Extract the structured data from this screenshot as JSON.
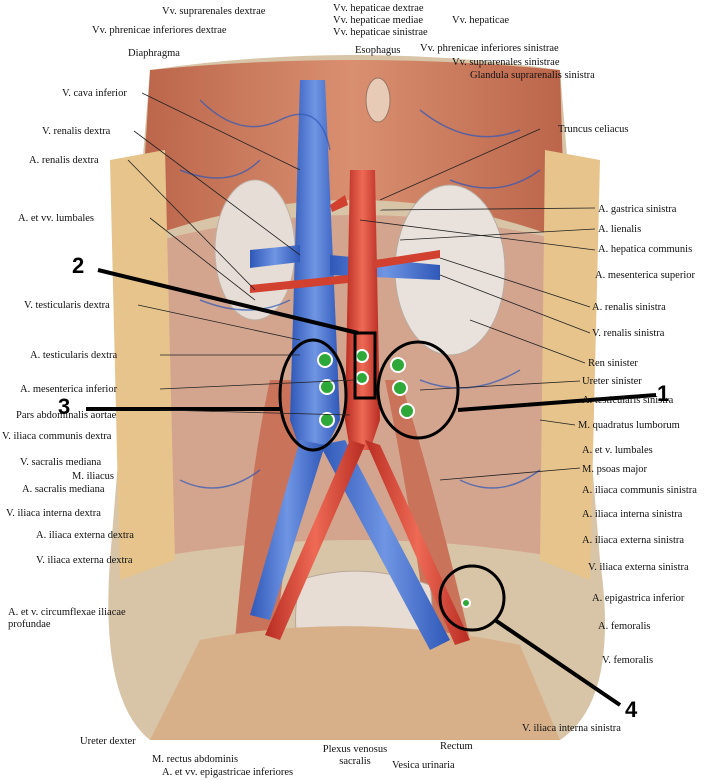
{
  "labels": {
    "top": [
      {
        "key": "vv_suprarenales_dextrae",
        "text": "Vv. suprarenales dextrae"
      },
      {
        "key": "vv_phrenicae_inf_dextrae",
        "text": "Vv. phrenicae inferiores dextrae"
      },
      {
        "key": "vv_hepaticae_dextrae",
        "text": "Vv. hepaticae dextrae"
      },
      {
        "key": "vv_hepaticae_mediae",
        "text": "Vv. hepaticae mediae"
      },
      {
        "key": "vv_hepaticae_sinistrae",
        "text": "Vv. hepaticae sinistrae"
      },
      {
        "key": "vv_hepaticae",
        "text": "Vv. hepaticae"
      },
      {
        "key": "esophagus",
        "text": "Esophagus"
      },
      {
        "key": "vv_phrenicae_inf_sin",
        "text": "Vv. phrenicae inferiores sinistrae"
      },
      {
        "key": "vv_suprarenales_sin",
        "text": "Vv. suprarenales sinistrae"
      },
      {
        "key": "glandula_suprarenalis",
        "text": "Glandula suprarenalis sinistra"
      },
      {
        "key": "diaphragma",
        "text": "Diaphragma"
      }
    ],
    "left": [
      {
        "key": "v_cava_inferior",
        "text": "V. cava inferior"
      },
      {
        "key": "v_renalis_dextra",
        "text": "V. renalis dextra"
      },
      {
        "key": "a_renalis_dextra",
        "text": "A. renalis dextra"
      },
      {
        "key": "a_et_vv_lumbales",
        "text": "A. et vv. lumbales"
      },
      {
        "key": "v_testicularis_dextra",
        "text": "V. testicularis dextra"
      },
      {
        "key": "a_testicularis_dextra",
        "text": "A. testicularis dextra"
      },
      {
        "key": "a_mesenterica_inferior",
        "text": "A. mesenterica inferior"
      },
      {
        "key": "pars_abdominalis_aortae",
        "text": "Pars abdominalis aortae"
      },
      {
        "key": "v_iliaca_communis_dextra",
        "text": "V. iliaca communis dextra"
      },
      {
        "key": "v_sacralis_mediana",
        "text": "V. sacralis mediana"
      },
      {
        "key": "m_iliacus",
        "text": "M. iliacus"
      },
      {
        "key": "a_sacralis_mediana",
        "text": "A. sacralis mediana"
      },
      {
        "key": "v_iliaca_interna_dextra",
        "text": "V. iliaca interna dextra"
      },
      {
        "key": "a_iliaca_externa_dextra",
        "text": "A. iliaca externa dextra"
      },
      {
        "key": "v_iliaca_externa_dextra",
        "text": "V. iliaca externa dextra"
      },
      {
        "key": "a_et_v_circumflexae",
        "text": "A. et v. circumflexae iliacae profundae"
      }
    ],
    "right": [
      {
        "key": "truncus_celiacus",
        "text": "Truncus celiacus"
      },
      {
        "key": "a_gastrica_sinistra",
        "text": "A. gastrica sinistra"
      },
      {
        "key": "a_lienalis",
        "text": "A. lienalis"
      },
      {
        "key": "a_hepatica_communis",
        "text": "A. hepatica communis"
      },
      {
        "key": "a_mesenterica_superior",
        "text": "A. mesenterica superior"
      },
      {
        "key": "a_renalis_sinistra",
        "text": "A. renalis sinistra"
      },
      {
        "key": "v_renalis_sinistra",
        "text": "V. renalis sinistra"
      },
      {
        "key": "ren_sinister",
        "text": "Ren sinister"
      },
      {
        "key": "ureter_sinister",
        "text": "Ureter sinister"
      },
      {
        "key": "a_testicularis_sinistra",
        "text": "A. testicularis sinistra"
      },
      {
        "key": "m_quadratus_lumborum",
        "text": "M. quadratus lumborum"
      },
      {
        "key": "a_et_v_lumbales",
        "text": "A. et v. lumbales"
      },
      {
        "key": "m_psoas_major",
        "text": "M. psoas major"
      },
      {
        "key": "a_iliaca_communis_sinistra",
        "text": "A. iliaca communis sinistra"
      },
      {
        "key": "a_iliaca_interna_sinistra",
        "text": "A. iliaca interna sinistra"
      },
      {
        "key": "a_iliaca_externa_sinistra",
        "text": "A. iliaca externa sinistra"
      },
      {
        "key": "v_iliaca_externa_sinistra",
        "text": "V. iliaca externa sinistra"
      },
      {
        "key": "a_epigastrica_inferior",
        "text": "A. epigastrica inferior"
      },
      {
        "key": "a_femoralis",
        "text": "A. femoralis"
      },
      {
        "key": "v_femoralis",
        "text": "V. femoralis"
      }
    ],
    "bottom": [
      {
        "key": "ureter_dexter",
        "text": "Ureter dexter"
      },
      {
        "key": "m_rectus_abdominis",
        "text": "M. rectus abdominis"
      },
      {
        "key": "a_et_vv_epigastricae",
        "text": "A. et vv. epigastricae inferiores"
      },
      {
        "key": "plexus_venosus_sacralis",
        "text": "Plexus venosus sacralis"
      },
      {
        "key": "vesica_urinaria",
        "text": "Vesica urinaria"
      },
      {
        "key": "rectum",
        "text": "Rectum"
      },
      {
        "key": "v_iliaca_interna_sinistra",
        "text": "V. iliaca interna sinistra"
      }
    ]
  },
  "markers": {
    "m1": "1",
    "m2": "2",
    "m3": "3",
    "m4": "4"
  },
  "colors": {
    "vein": "#3a67c9",
    "artery": "#d2402f",
    "muscle": "#c96b52",
    "marker": "#2fa83a"
  }
}
